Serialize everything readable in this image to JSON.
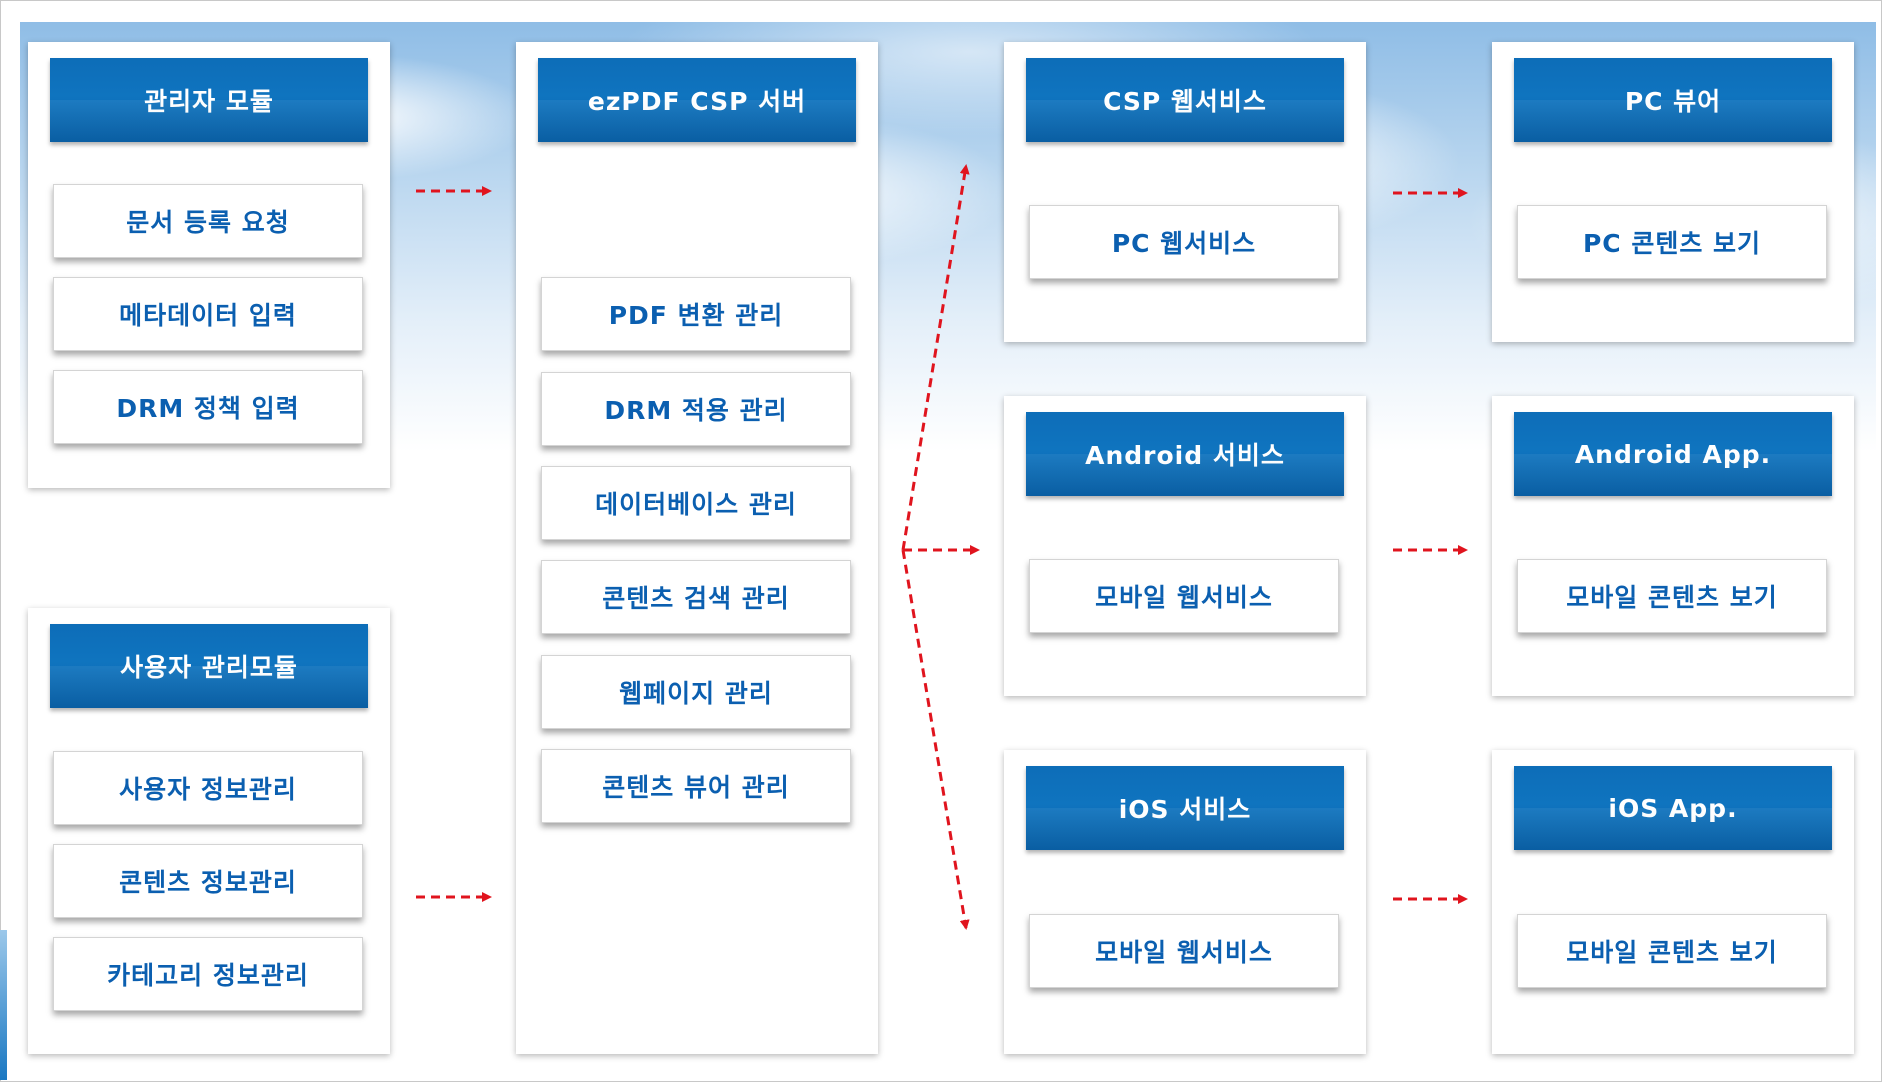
{
  "colors": {
    "header_blue": "#0d6db8",
    "item_text_blue": "#0b5fb0",
    "arrow_red": "#e0141e"
  },
  "admin_module": {
    "title": "관리자 모듈",
    "items": [
      "문서 등록 요청",
      "메타데이터 입력",
      "DRM 정책 입력"
    ]
  },
  "user_module": {
    "title": "사용자 관리모듈",
    "items": [
      "사용자 정보관리",
      "콘텐츠 정보관리",
      "카테고리 정보관리"
    ]
  },
  "csp_server": {
    "title": "ezPDF CSP 서버",
    "items": [
      "PDF 변환 관리",
      "DRM 적용 관리",
      "데이터베이스 관리",
      "콘텐츠 검색 관리",
      "웹페이지 관리",
      "콘텐츠 뷰어 관리"
    ]
  },
  "csp_webservice": {
    "title": "CSP 웹서비스",
    "items": [
      "PC 웹서비스"
    ]
  },
  "android_service": {
    "title": "Android 서비스",
    "items": [
      "모바일 웹서비스"
    ]
  },
  "ios_service": {
    "title": "iOS 서비스",
    "items": [
      "모바일 웹서비스"
    ]
  },
  "pc_viewer": {
    "title": "PC 뷰어",
    "items": [
      "PC 콘텐츠 보기"
    ]
  },
  "android_app": {
    "title": "Android App.",
    "items": [
      "모바일 콘텐츠 보기"
    ]
  },
  "ios_app": {
    "title": "iOS App.",
    "items": [
      "모바일 콘텐츠 보기"
    ]
  }
}
